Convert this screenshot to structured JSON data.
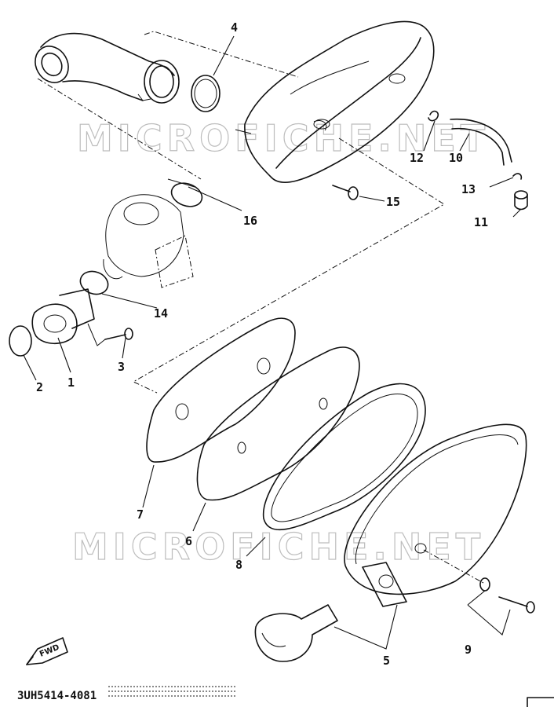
{
  "diagram": {
    "callouts": [
      {
        "id": "1",
        "label": "1"
      },
      {
        "id": "2",
        "label": "2"
      },
      {
        "id": "3",
        "label": "3"
      },
      {
        "id": "4",
        "label": "4"
      },
      {
        "id": "5",
        "label": "5"
      },
      {
        "id": "6",
        "label": "6"
      },
      {
        "id": "7",
        "label": "7"
      },
      {
        "id": "8",
        "label": "8"
      },
      {
        "id": "9",
        "label": "9"
      },
      {
        "id": "10",
        "label": "10"
      },
      {
        "id": "11",
        "label": "11"
      },
      {
        "id": "12",
        "label": "12"
      },
      {
        "id": "13",
        "label": "13"
      },
      {
        "id": "14",
        "label": "14"
      },
      {
        "id": "15",
        "label": "15"
      },
      {
        "id": "16",
        "label": "16"
      }
    ],
    "watermark": "MICROFICHE.NET",
    "part_code": "3UH5414-4081",
    "fwd_label": "FWD"
  }
}
